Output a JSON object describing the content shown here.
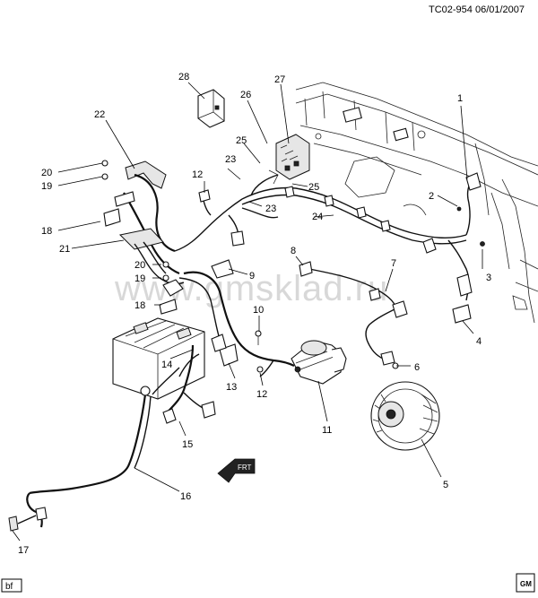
{
  "header": {
    "code": "TC02-954  06/01/2007"
  },
  "watermark": "www.gmsklad.ru",
  "badge": {
    "text": "bf"
  },
  "front_arrow": {
    "text": "FRT"
  },
  "logo": {
    "text": "GM"
  },
  "callouts": {
    "c1": "1",
    "c2": "2",
    "c3": "3",
    "c4": "4",
    "c5": "5",
    "c6": "6",
    "c7": "7",
    "c8": "8",
    "c9": "9",
    "c10": "10",
    "c11": "11",
    "c12a": "12",
    "c12b": "12",
    "c13": "13",
    "c14": "14",
    "c15": "15",
    "c16": "16",
    "c17": "17",
    "c18a": "18",
    "c18b": "18",
    "c19a": "19",
    "c19b": "19",
    "c20a": "20",
    "c20b": "20",
    "c21": "21",
    "c22": "22",
    "c23a": "23",
    "c23b": "23",
    "c24": "24",
    "c25a": "25",
    "c25b": "25",
    "c26": "26",
    "c27": "27",
    "c28": "28"
  }
}
